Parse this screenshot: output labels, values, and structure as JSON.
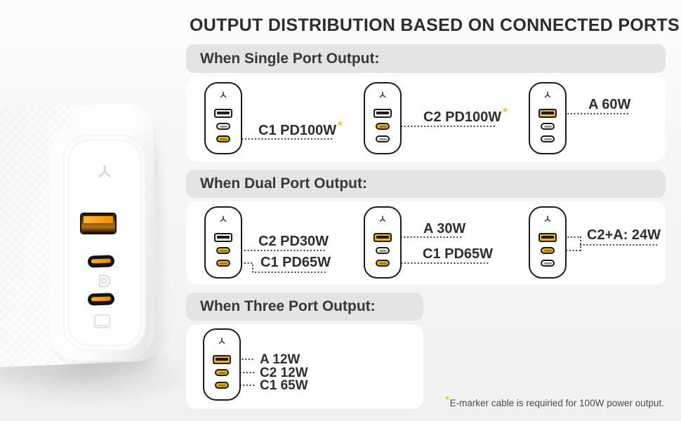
{
  "title": "OUTPUT DISTRIBUTION BASED ON CONNECTED PORTS",
  "footnote": {
    "star": "*",
    "text": "E-marker cable is requiried for 100W power output."
  },
  "colors": {
    "gold": "#f1b41d",
    "ink": "#2d2d2d",
    "header_gray": "#e4e4e5",
    "card_white": "#ffffff",
    "line": "#2b2b2b"
  },
  "sections": [
    {
      "heading": "When Single Port Output:",
      "chargers": [
        {
          "ports": {
            "a": "plain",
            "c2": "plain",
            "c1": "gold"
          },
          "labels": [
            {
              "text": "C1 PD100W",
              "star": "*"
            }
          ]
        },
        {
          "ports": {
            "a": "plain",
            "c2": "gold",
            "c1": "plain"
          },
          "labels": [
            {
              "text": "C2 PD100W",
              "star": "*"
            }
          ]
        },
        {
          "ports": {
            "a": "gold",
            "c2": "plain",
            "c1": "plain"
          },
          "labels": [
            {
              "text": "A 60W",
              "star": ""
            }
          ]
        }
      ]
    },
    {
      "heading": "When Dual Port Output:",
      "chargers": [
        {
          "ports": {
            "a": "plain",
            "c2": "gold",
            "c1": "gold"
          },
          "labels": [
            {
              "text": "C2 PD30W",
              "star": ""
            },
            {
              "text": "C1 PD65W",
              "star": ""
            }
          ]
        },
        {
          "ports": {
            "a": "gold",
            "c2": "plain",
            "c1": "gold"
          },
          "labels": [
            {
              "text": "A 30W",
              "star": ""
            },
            {
              "text": "C1 PD65W",
              "star": ""
            }
          ]
        },
        {
          "ports": {
            "a": "gold",
            "c2": "gold",
            "c1": "plain"
          },
          "labels": [
            {
              "text": "C2+A: 24W",
              "star": ""
            }
          ]
        }
      ]
    },
    {
      "heading": "When Three Port Output:",
      "chargers": [
        {
          "ports": {
            "a": "gold",
            "c2": "gold",
            "c1": "gold"
          },
          "labels": [
            {
              "text": "A 12W",
              "star": ""
            },
            {
              "text": "C2 12W",
              "star": ""
            },
            {
              "text": "C1 65W",
              "star": ""
            }
          ]
        }
      ]
    }
  ]
}
